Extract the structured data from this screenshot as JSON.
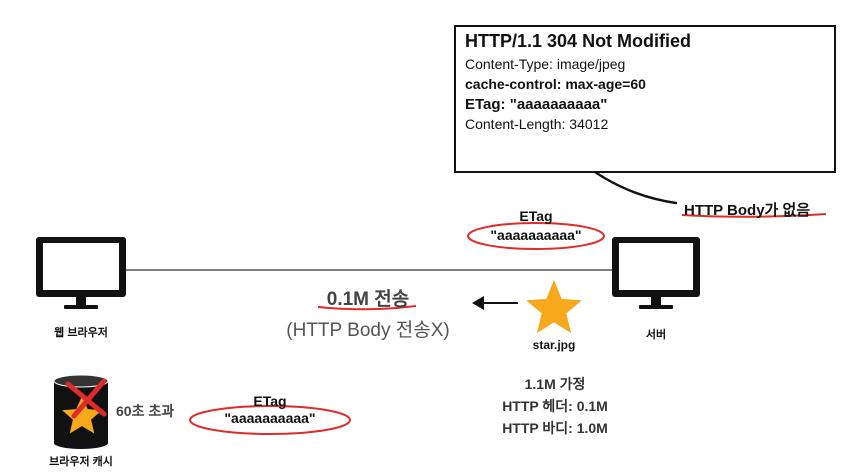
{
  "response": {
    "status_prefix": "HTTP/1.1 ",
    "status_code_text": "304 Not Modified",
    "headers": [
      "Content-Type: image/jpeg",
      "cache-control: max-age=60",
      "ETag: \"aaaaaaaaaa\"",
      "Content-Length: 34012"
    ]
  },
  "callout": {
    "text": "HTTP Body가 없음"
  },
  "server_etag": {
    "label": "ETag",
    "value": "\"aaaaaaaaaa\""
  },
  "transfer": {
    "size_label": "0.1M 전송",
    "note": "(HTTP Body 전송X)"
  },
  "client": {
    "label": "웹 브라우저"
  },
  "server": {
    "label": "서버"
  },
  "star": {
    "label": "star.jpg"
  },
  "cache": {
    "label": "브라우저 캐시",
    "expired_label": "60초 초과",
    "etag_label": "ETag",
    "etag_value": "\"aaaaaaaaaa\""
  },
  "sizes": {
    "total": "1.1M 가정",
    "header": "HTTP 헤더: 0.1M",
    "body": "HTTP 바디: 1.0M"
  },
  "colors": {
    "highlight": "#e02b2b",
    "star": "#f7a81b",
    "cross": "#e02b2b",
    "outline": "#111111"
  }
}
